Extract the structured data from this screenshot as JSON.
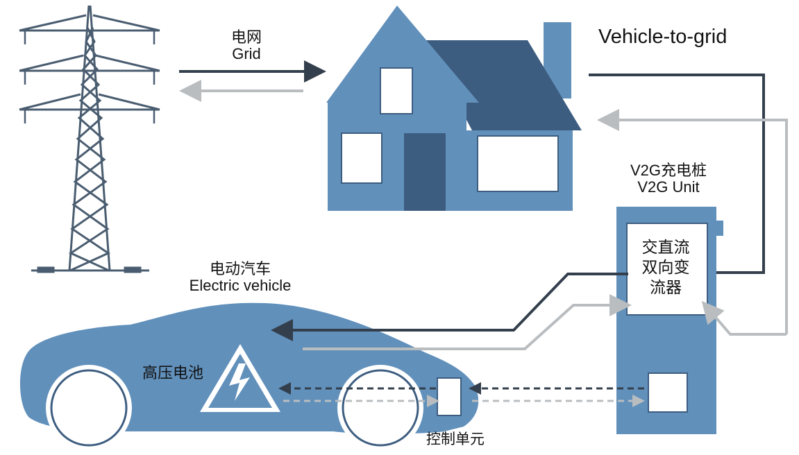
{
  "title": "Vehicle-to-grid",
  "grid": {
    "zh": "电网",
    "en": "Grid"
  },
  "unit": {
    "zh": "V2G充电桩",
    "en": "V2G Unit"
  },
  "vehicle": {
    "zh": "电动汽车",
    "en": "Electric vehicle"
  },
  "converter": {
    "line1": "交直流",
    "line2": "双向变",
    "line3": "流器"
  },
  "battery": {
    "label": "高压电池"
  },
  "control": {
    "label": "控制单元"
  },
  "colors": {
    "blue": "#6190bb",
    "dark_blue": "#3d5d80",
    "dark_arrow": "#333f4c",
    "light_arrow": "#b9bdc0",
    "tower": "#4a5d70"
  }
}
